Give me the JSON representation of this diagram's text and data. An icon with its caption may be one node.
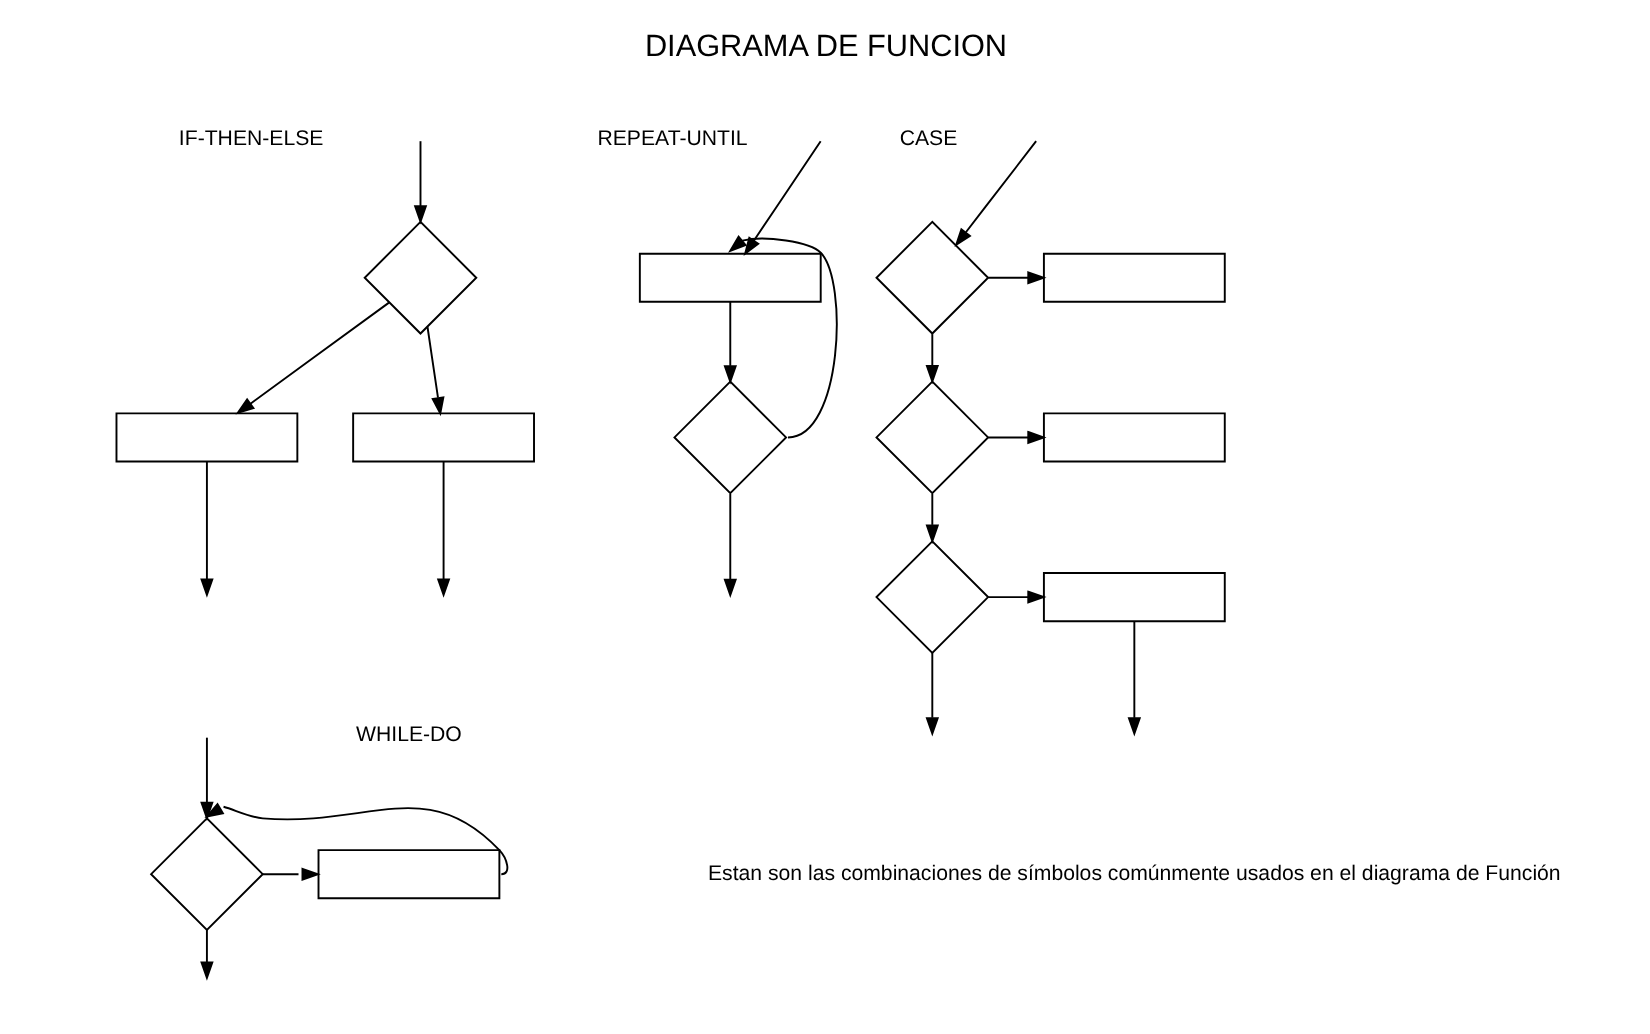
{
  "diagram": {
    "title": "DIAGRAMA DE FUNCION",
    "nodes": [
      {
        "text": [],
        "shape": "diamond"
      },
      {
        "text": [],
        "shape": "box"
      },
      {
        "text": [],
        "shape": "box"
      },
      {
        "text": [],
        "shape": "diamond"
      },
      {
        "text": [],
        "shape": "box"
      },
      {
        "text": [],
        "shape": "box"
      },
      {
        "text": [],
        "shape": "diamond"
      },
      {
        "text": [],
        "shape": "diamond"
      },
      {
        "text": [],
        "shape": "box"
      },
      {
        "text": [],
        "shape": "diamond"
      },
      {
        "text": [],
        "shape": "box"
      },
      {
        "text": [],
        "shape": "diamond"
      },
      {
        "text": [],
        "shape": "box"
      }
    ],
    "edges": [
      {
        "from": null,
        "to": 0,
        "arrow": "to"
      },
      {
        "from": 0,
        "to": 1,
        "arrow": "to"
      },
      {
        "from": 0,
        "to": 2,
        "arrow": "to"
      },
      {
        "from": 1,
        "to": null,
        "arrow": "to"
      },
      {
        "from": 2,
        "to": null,
        "arrow": "to"
      },
      {
        "from": null,
        "to": 3,
        "arrow": "to"
      },
      {
        "from": 3,
        "to": 4,
        "arrow": "to"
      },
      {
        "from": 4,
        "to": 3,
        "arrow": "to"
      },
      {
        "from": 3,
        "to": null,
        "arrow": "to"
      },
      {
        "from": null,
        "to": 5,
        "arrow": "to"
      },
      {
        "from": 5,
        "to": 6,
        "arrow": "to"
      },
      {
        "from": 6,
        "to": 5,
        "arrow": "to"
      },
      {
        "from": 6,
        "to": null,
        "arrow": "to"
      },
      {
        "from": null,
        "to": 7,
        "arrow": "to"
      },
      {
        "from": 7,
        "to": 8,
        "arrow": "to"
      },
      {
        "from": 7,
        "to": 9,
        "arrow": "to"
      },
      {
        "from": 9,
        "to": 10,
        "arrow": "to"
      },
      {
        "from": 9,
        "to": 11,
        "arrow": "to"
      },
      {
        "from": 11,
        "to": 12,
        "arrow": "to"
      },
      {
        "from": 12,
        "to": null,
        "arrow": "to"
      },
      {
        "from": 11,
        "to": null,
        "arrow": "to"
      }
    ],
    "labels": [
      "IF-THEN-ELSE",
      "CASE",
      "REPEAT-UNTIL",
      "WHILE-DO",
      "Estan son las combinaciones de símbolos comúnmente usados en el diagrama de Función"
    ]
  }
}
